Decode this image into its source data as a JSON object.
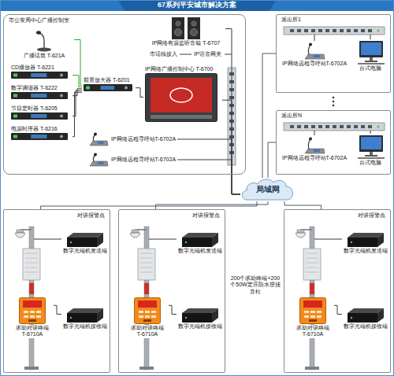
{
  "diagram": {
    "title": "67系列平安城市解决方案",
    "nodes": [
      {
        "text": [
          "市公安局中心广播控制室"
        ]
      },
      {
        "text": [
          "广播话筒 T-621A"
        ],
        "in": 0
      },
      {
        "text": [
          "CD播放器 T-6221"
        ],
        "in": 0
      },
      {
        "text": [
          "数字调谐器 T-6222"
        ],
        "in": 0
      },
      {
        "text": [
          "节目定时器 T-6205"
        ],
        "in": 0
      },
      {
        "text": [
          "电源时序器 T-6216"
        ],
        "in": 0
      },
      {
        "text": [
          "前置放大器 T-6201"
        ],
        "in": 0
      },
      {
        "text": [
          "IP网络有源监听音箱 T-6707"
        ],
        "in": 0
      },
      {
        "text": [
          "IP网络广播控制中心 T-6700"
        ],
        "in": 0
      },
      {
        "text": [
          "IP网络远程寻呼站T-6702A"
        ],
        "in": 0
      },
      {
        "text": [
          "IP网络远程寻呼站T-6702A"
        ],
        "in": 0
      },
      {
        "text": [
          "派出所1"
        ]
      },
      {
        "text": [
          "IP网络远程寻呼站T-6702A"
        ],
        "in": 11
      },
      {
        "text": [
          "台式电脑"
        ],
        "in": 11
      },
      {
        "text": [
          "派出所N"
        ]
      },
      {
        "text": [
          "IP网络远程寻呼站T-6702A"
        ],
        "in": 14
      },
      {
        "text": [
          "台式电脑"
        ],
        "in": 14
      },
      {
        "text": [
          "局域网"
        ]
      },
      {
        "text": [
          "对讲报警点"
        ]
      },
      {
        "text": [
          "数字光端机发送端"
        ],
        "in": 18
      },
      {
        "text": [
          "求助对讲终端 T-6710A"
        ],
        "in": 18
      },
      {
        "text": [
          "数字光端机接收端"
        ],
        "in": 18
      },
      {
        "text": [
          "对讲报警点"
        ]
      },
      {
        "text": [
          "数字光端机发送端"
        ],
        "in": 22
      },
      {
        "text": [
          "求助对讲终端 T-6710A"
        ],
        "in": 22
      },
      {
        "text": [
          "数字光端机接收端"
        ],
        "in": 22
      },
      {
        "text": [
          "对讲报警点"
        ]
      },
      {
        "text": [
          "数字光端机发送端"
        ],
        "in": 26
      },
      {
        "text": [
          "求助对讲终端 T-6710A"
        ],
        "in": 26
      },
      {
        "text": [
          "数字光端机接收端"
        ],
        "in": 26
      }
    ],
    "edges": [
      {
        "from": 1,
        "to": 6,
        "arrow": "none"
      },
      {
        "from": 2,
        "to": 6,
        "arrow": "none"
      },
      {
        "from": 3,
        "to": 6,
        "arrow": "none"
      },
      {
        "from": 4,
        "to": 6,
        "arrow": "none"
      },
      {
        "from": 5,
        "to": 6,
        "arrow": "none"
      },
      {
        "from": 6,
        "to": 8,
        "arrow": "none"
      },
      {
        "from": 7,
        "to": 17,
        "arrow": "none"
      },
      {
        "from": 8,
        "to": 17,
        "arrow": "none"
      },
      {
        "from": 9,
        "to": 17,
        "arrow": "none"
      },
      {
        "from": 10,
        "to": 17,
        "arrow": "none"
      },
      {
        "from": 17,
        "to": 11,
        "arrow": "none"
      },
      {
        "from": 17,
        "to": 14,
        "arrow": "none"
      },
      {
        "from": 17,
        "to": 18,
        "arrow": "none"
      },
      {
        "from": 17,
        "to": 22,
        "arrow": "none"
      },
      {
        "from": 17,
        "to": 26,
        "arrow": "none"
      },
      {
        "from": 20,
        "to": 21,
        "arrow": "none"
      },
      {
        "from": 24,
        "to": 25,
        "arrow": "none"
      },
      {
        "from": 28,
        "to": 29,
        "arrow": "none"
      }
    ],
    "labels": [
      "市话线接入",
      "IP语音网关",
      "200个求助终端+200个50W定压防水壁挂音柱"
    ]
  }
}
